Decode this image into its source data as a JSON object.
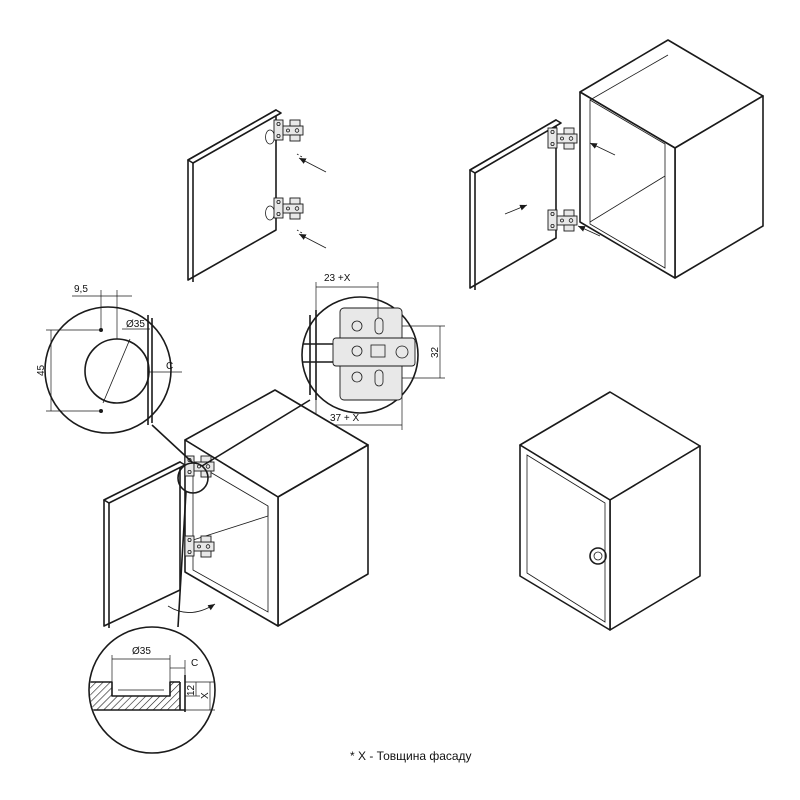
{
  "labels": {
    "dim_9_5": "9,5",
    "dim_d35_top": "Ø35",
    "dim_45": "45",
    "dim_c_top": "C",
    "dim_23x": "23 +X",
    "dim_32": "32",
    "dim_37x": "37 + X",
    "dim_d35_bottom": "Ø35",
    "dim_c_bottom": "C",
    "dim_12": "12",
    "dim_x": "X"
  },
  "footnote": "* X - Товщина фасаду",
  "colors": {
    "line": "#1a1a1a",
    "metal": "#e8e8e8",
    "hatch": "#1a1a1a"
  }
}
